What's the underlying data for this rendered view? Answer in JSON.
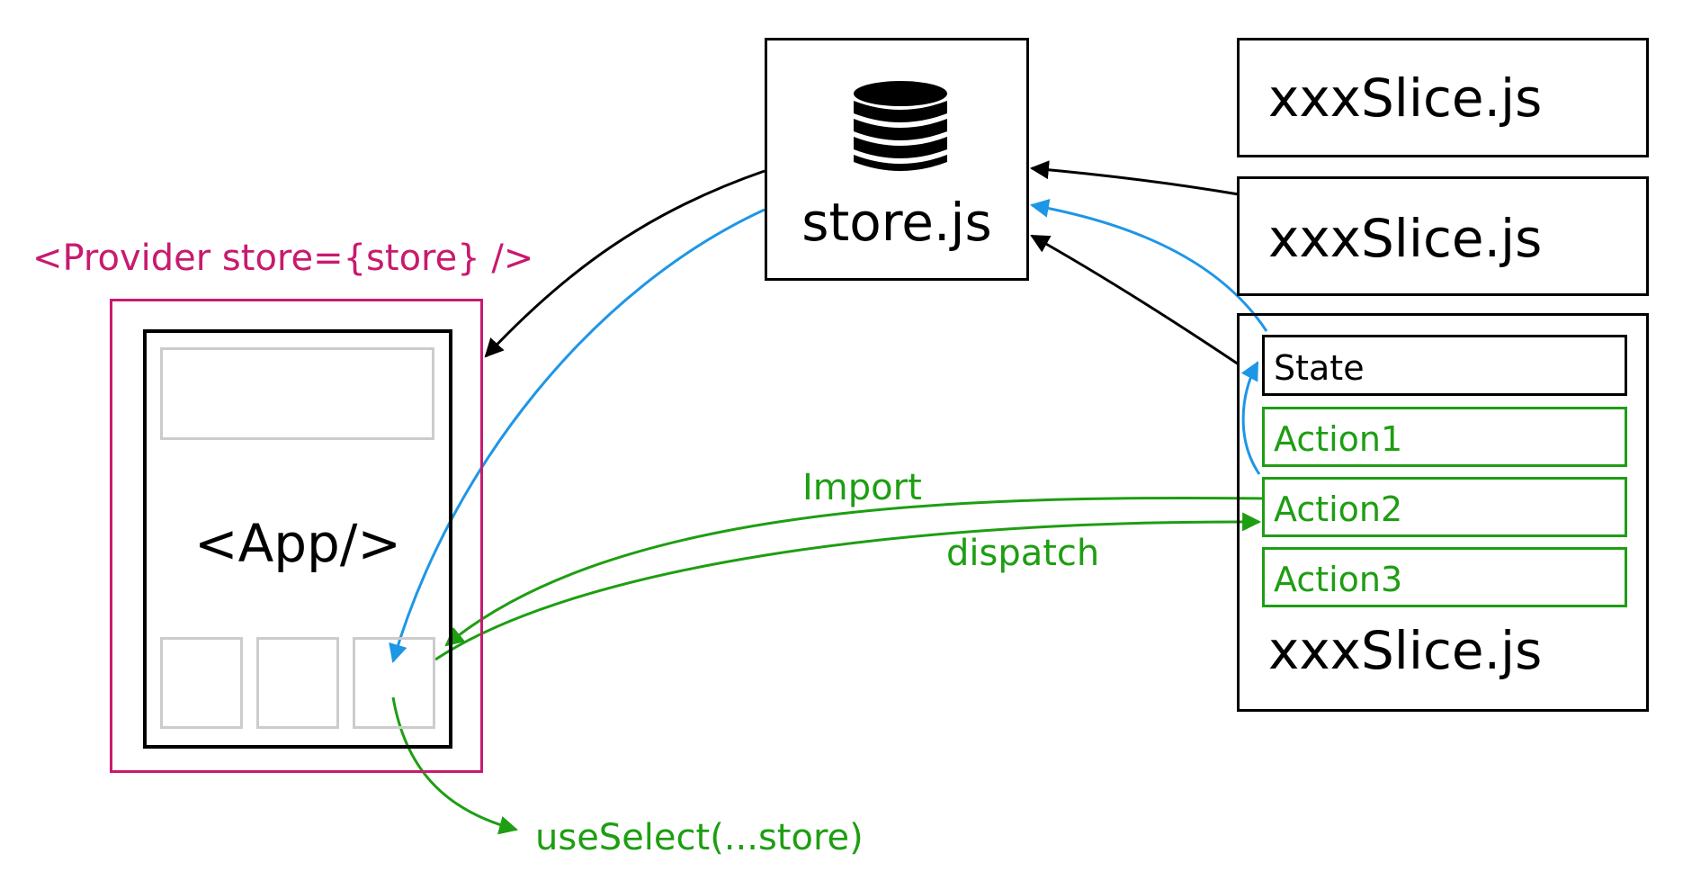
{
  "store": {
    "label": "store.js",
    "icon": "database-icon"
  },
  "slices": [
    {
      "label": "xxxSlice.js"
    },
    {
      "label": "xxxSlice.js"
    },
    {
      "label": "xxxSlice.js"
    }
  ],
  "slice_detail": {
    "state_label": "State",
    "actions": [
      "Action1",
      "Action2",
      "Action3"
    ]
  },
  "provider": {
    "label": "<Provider store={store} />"
  },
  "app": {
    "label": "<App/>"
  },
  "edges": {
    "import_label": "Import",
    "dispatch_label": "dispatch",
    "useselect_label": "useSelect(...store)"
  },
  "colors": {
    "black": "#000000",
    "provider": "#c81a6e",
    "green": "#1e9e12",
    "blue": "#1e96e6",
    "gray": "#cccccc"
  }
}
